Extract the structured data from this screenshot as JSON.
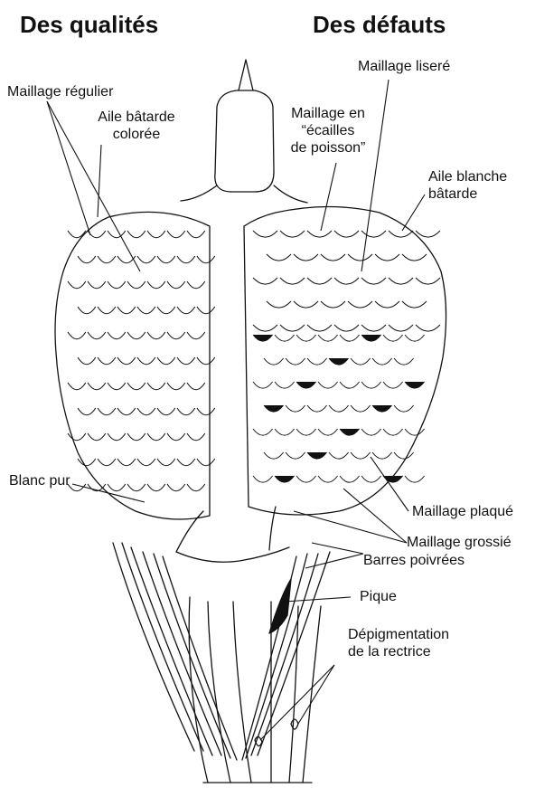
{
  "headings": {
    "qualities": "Des qualités",
    "defects": "Des défauts"
  },
  "labels": {
    "maillage_regulier": "Maillage régulier",
    "aile_batarde_coloree": [
      "Aile bâtarde",
      "colorée"
    ],
    "blanc_pur": "Blanc pur",
    "maillage_lisere": "Maillage liseré",
    "maillage_ecailles": [
      "Maillage en",
      "“écailles",
      "de poisson”"
    ],
    "aile_blanche_batarde": [
      "Aile blanche",
      "bâtarde"
    ],
    "maillage_plaque": "Maillage plaqué",
    "maillage_grossie": "Maillage grossié",
    "barres_poivrees": "Barres poivrées",
    "pique": "Pique",
    "depigmentation": [
      "Dépigmentation",
      "de la rectrice"
    ]
  },
  "colors": {
    "ink": "#111111",
    "paper": "#ffffff"
  }
}
